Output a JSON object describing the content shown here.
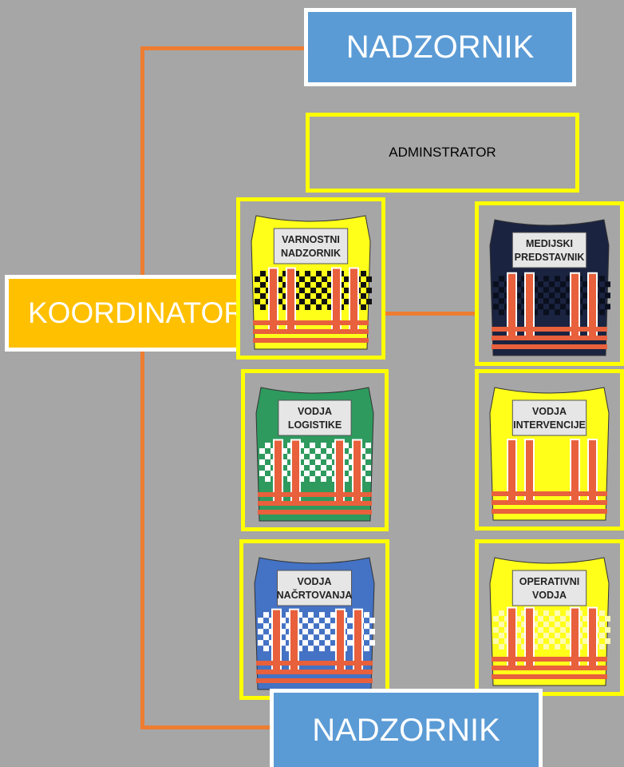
{
  "supervisor_top": {
    "label": "NADZORNIK"
  },
  "administrator": {
    "label": "ADMINSTRATOR"
  },
  "coordinator": {
    "label": "KOORDINATOR"
  },
  "supervisor_bottom": {
    "label": "NADZORNIK"
  },
  "colors": {
    "background": "#a6a6a6",
    "connector": "#ed7d31",
    "supervisor_fill": "#5b9bd5",
    "coordinator_fill": "#ffc000",
    "frame": "#ffff00"
  },
  "vests": [
    {
      "line1": "VARNOSTNI",
      "line2": "NADZORNIK",
      "color": "#ffff1a",
      "pattern": "#111111",
      "icon": "safety-vest"
    },
    {
      "line1": "MEDIJSKI",
      "line2": "PREDSTAVNIK",
      "color": "#1a2340",
      "pattern": "#0a0f1e",
      "icon": "safety-vest"
    },
    {
      "line1": "VODJA",
      "line2": "LOGISTIKE",
      "color": "#2e9a5e",
      "pattern": "#ffffff",
      "icon": "safety-vest"
    },
    {
      "line1": "VODJA",
      "line2": "INTERVENCIJE",
      "color": "#ffff1a",
      "pattern": "",
      "icon": "safety-vest"
    },
    {
      "line1": "VODJA",
      "line2": "NAČRTOVANJA",
      "color": "#4472c4",
      "pattern": "#ffffff",
      "icon": "safety-vest"
    },
    {
      "line1": "OPERATIVNI",
      "line2": "VODJA",
      "color": "#ffff1a",
      "pattern": "#fffbb0",
      "icon": "safety-vest"
    }
  ]
}
